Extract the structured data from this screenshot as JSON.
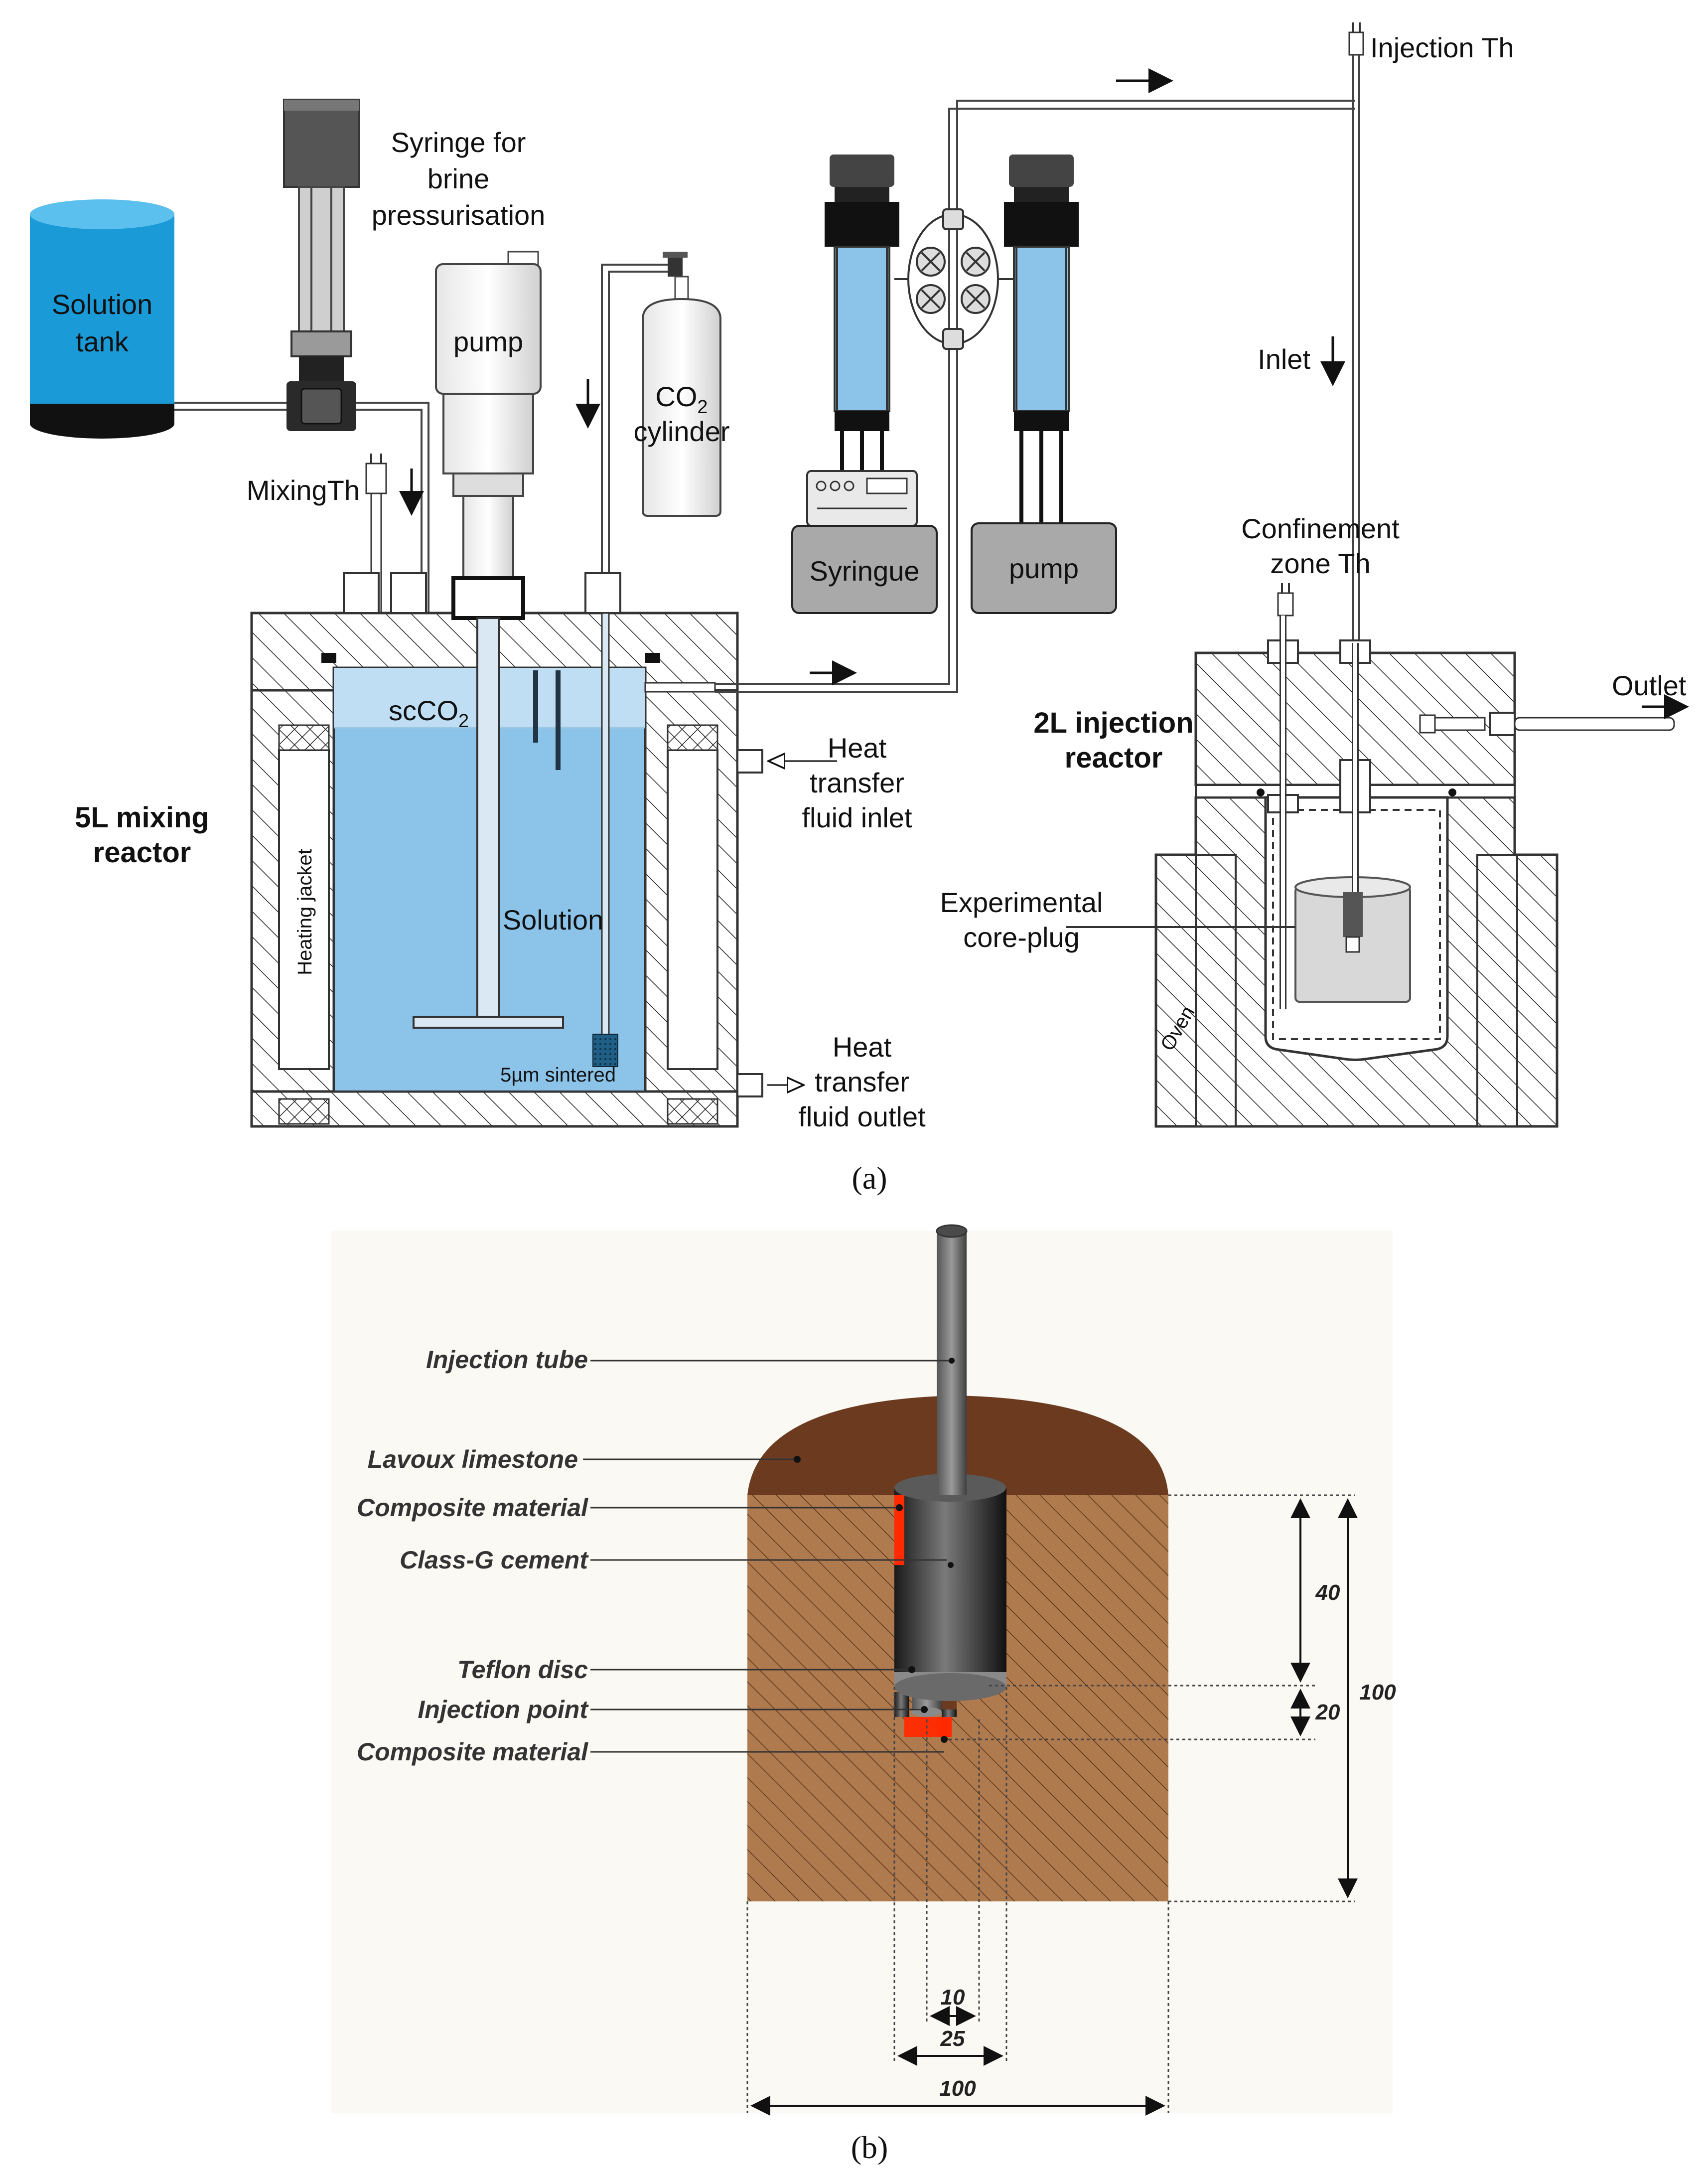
{
  "panel_a": {
    "caption": "(a)",
    "solution_tank": [
      "Solution",
      "tank"
    ],
    "syringe_brine": [
      "Syringe for",
      "brine",
      "pressurisation"
    ],
    "pump_left": "pump",
    "co2_cylinder": {
      "co": "CO",
      "sub": "2",
      "cylinder": "cylinder"
    },
    "syringue": "Syringue",
    "pump_right": "pump",
    "injection_th": "Injection Th",
    "inlet": "Inlet",
    "mixing_th": "MixingTh",
    "confinement_th": [
      "Confinement",
      "zone Th"
    ],
    "scco2": {
      "sc": "scCO",
      "sub": "2"
    },
    "mixing_reactor": [
      "5L mixing",
      "reactor"
    ],
    "heating_jacket": "Heating jacket",
    "solution": "Solution",
    "sintered": "5µm sintered",
    "heat_inlet": [
      "Heat",
      "transfer",
      "fluid inlet"
    ],
    "heat_outlet": [
      "Heat",
      "transfer",
      "fluid outlet"
    ],
    "injection_reactor": [
      "2L injection",
      "reactor"
    ],
    "outlet": "Outlet",
    "core_plug": [
      "Experimental",
      "core-plug"
    ],
    "oven": "Oven"
  },
  "panel_b": {
    "caption": "(b)",
    "labels": {
      "injection_tube": "Injection tube",
      "lavoux_limestone": "Lavoux limestone",
      "composite_top": "Composite material",
      "class_g_cement": "Class-G cement",
      "teflon_disc": "Teflon disc",
      "injection_point": "Injection point",
      "composite_bottom": "Composite material"
    },
    "dimensions": {
      "d40": "40",
      "d20": "20",
      "d100_height": "100",
      "d10": "10",
      "d25": "25",
      "d100_width": "100"
    }
  },
  "colors": {
    "water_blue": "#8cc3e8",
    "co2_layer": "#bfdef3",
    "limestone_dark": "#6b3a1f",
    "limestone_body": "#b07a4f",
    "cement": "#3a3a3a",
    "composite_red": "#ff2a00"
  }
}
